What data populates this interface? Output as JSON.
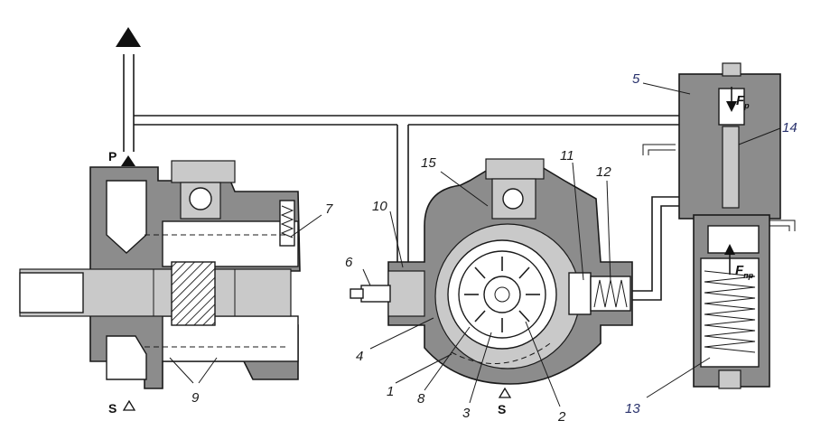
{
  "labels": {
    "l1": "1",
    "l2": "2",
    "l3": "3",
    "l4": "4",
    "l5": "5",
    "l6": "6",
    "l7": "7",
    "l8": "8",
    "l9": "9",
    "l10": "10",
    "l11": "11",
    "l12": "12",
    "l13": "13",
    "l14": "14",
    "l15": "15"
  },
  "ports": {
    "pressure": "P",
    "suction_left": "S",
    "suction_center": "S"
  },
  "forces": {
    "fp_main": "F",
    "fp_sub": "p",
    "fpr_main": "F",
    "fpr_sub": "пр"
  },
  "colors": {
    "line": "#1a1a1a",
    "housing": "#8c8c8c",
    "light_part": "#c9c9c9",
    "leader_blue": "#27306b"
  }
}
